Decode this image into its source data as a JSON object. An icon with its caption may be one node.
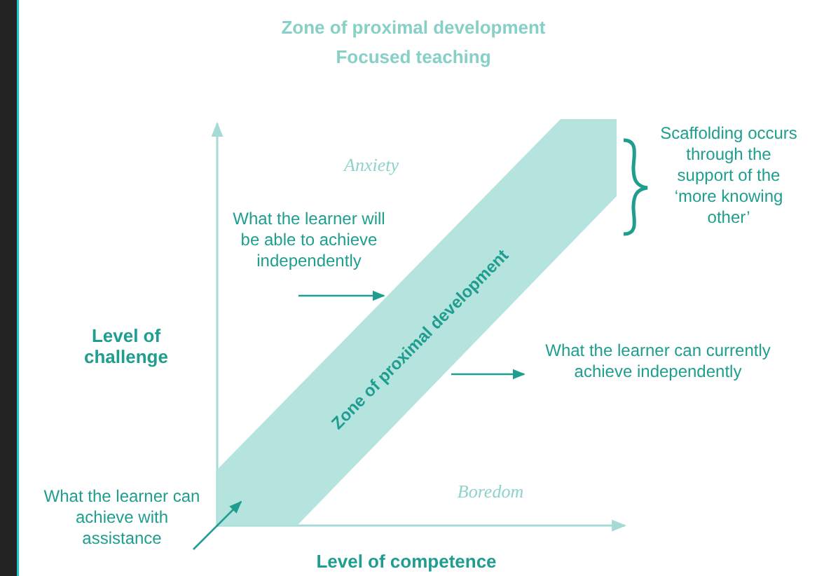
{
  "diagram": {
    "title": "Zone of proximal development",
    "nodes": [
      {
        "text": [
          "What the learner will be able to achieve independently"
        ]
      },
      {
        "text": [
          "Zone of proximal development"
        ]
      },
      {
        "text": [
          "What the learner can currently achieve independently"
        ]
      },
      {
        "text": [
          "What the learner can achieve with assistance"
        ]
      }
    ],
    "edges": [
      {
        "from": 0,
        "to": 1,
        "arrow": "to"
      },
      {
        "from": 1,
        "to": 2,
        "arrow": "to"
      },
      {
        "from": 3,
        "to": 1,
        "arrow": "to"
      }
    ],
    "labels": [
      "Focused teaching",
      "Anxiety",
      "Scaffolding occurs through the support of the ‘more knowing other’",
      "Level of challenge",
      "Boredom",
      "Level of competence"
    ]
  }
}
